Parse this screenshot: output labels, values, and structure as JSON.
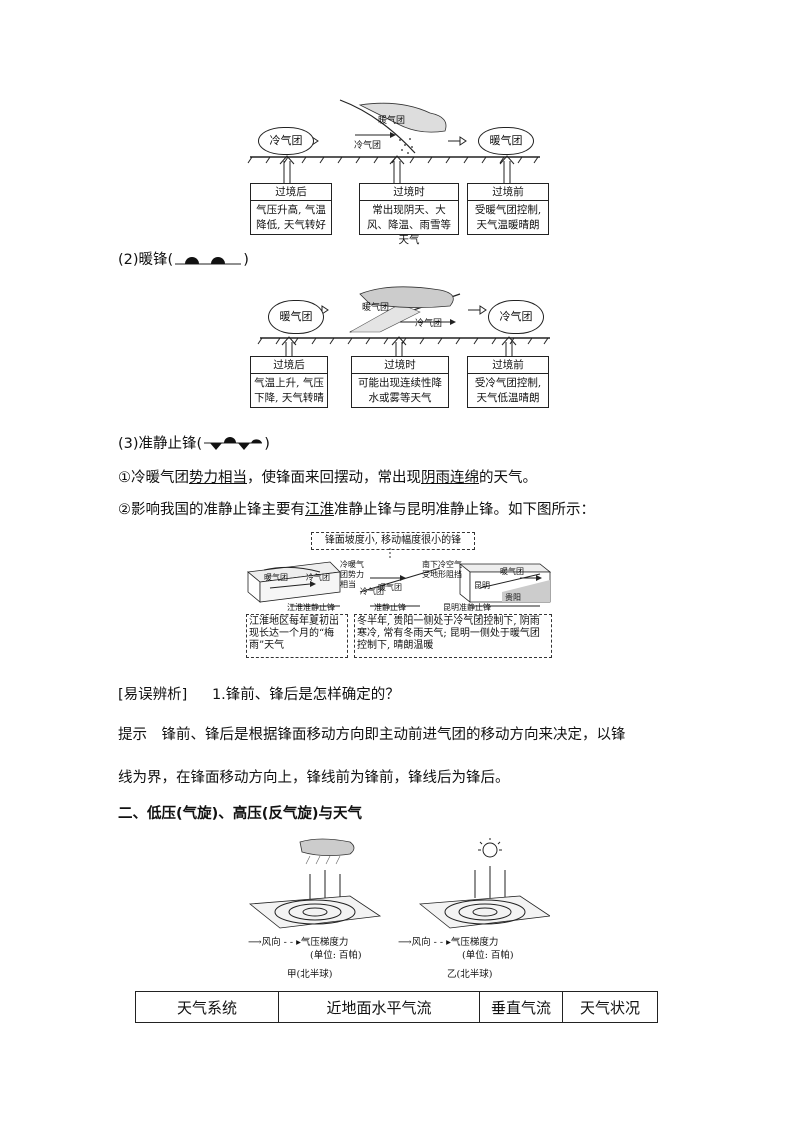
{
  "cold_front_figure": {
    "cold_air": "冷气团",
    "warm_air_mid": "暖气团",
    "cold_air_mid": "冷气团",
    "warm_air_right": "暖气团",
    "after": {
      "header": "过境后",
      "body": "气压升高, 气温降低, 天气转好"
    },
    "during": {
      "header": "过境时",
      "body": "常出现阴天、大风、降温、雨雪等天气"
    },
    "before": {
      "header": "过境前",
      "body": "受暖气团控制, 天气温暖晴朗"
    }
  },
  "warm_front_heading": {
    "prefix": "(2)暖锋(",
    "suffix": ")"
  },
  "warm_front_figure": {
    "warm_air": "暖气团",
    "warm_air_mid": "暖气团",
    "cold_air_mid": "冷气团",
    "cold_air_right": "冷气团",
    "after": {
      "header": "过境后",
      "body": "气温上升, 气压下降, 天气转晴"
    },
    "during": {
      "header": "过境时",
      "body": "可能出现连续性降水或雾等天气"
    },
    "before": {
      "header": "过境前",
      "body": "受冷气团控制, 天气低温晴朗"
    }
  },
  "stationary_heading": {
    "prefix": "(3)准静止锋(",
    "suffix": ")"
  },
  "stationary_text_1": {
    "a": "①冷暖气团",
    "b": "势力相当",
    "c": "，使锋面来回摆动，常出现",
    "d": "阴雨连绵",
    "e": "的天气。"
  },
  "stationary_text_2": {
    "a": "②影响我国的准静止锋主要有",
    "b": "江淮",
    "c": "准静止锋与昆明准静止锋。如下图所示："
  },
  "stationary_figure": {
    "top_note": "锋面坡度小, 移动幅度很小的锋",
    "mid_label_1": "冷暖气团势力相当",
    "mid_label_2": "南下冷空气受地形阻挡",
    "left_map_warm": "暖气团",
    "left_map_cold": "冷气团",
    "mid_warm": "暖气团",
    "mid_cold": "冷气团",
    "right_warm": "暖气团",
    "right_kunming": "昆明",
    "right_guiyang": "贵阳",
    "jianghuai_label": "江淮准静止锋",
    "zhunjing_label": "准静止锋",
    "kunming_label": "昆明准静止锋",
    "left_note": "江淮地区每年夏初出现长达一个月的“梅雨”天气",
    "right_note": "冬半年, 贵阳一侧处于冷气团控制下, 阴雨寒冷, 常有冬雨天气; 昆明一侧处于暖气团控制下, 晴朗温暖"
  },
  "analysis": {
    "tag": "[易误辨析]",
    "question": "1.锋前、锋后是怎样确定的？",
    "hint_line_1": "提示　锋前、锋后是根据锋面移动方向即主动前进气团的移动方向来决定，以锋",
    "hint_line_2": "线为界，在锋面移动方向上，锋线前为锋前，锋线后为锋后。"
  },
  "section_heading": "二、低压(气旋)、高压(反气旋)与天气",
  "cyclone_figure": {
    "left_legend_wind": "风向",
    "left_legend_gradient": "气压梯度力",
    "left_unit": "(单位: 百帕)",
    "left_caption": "甲(北半球)",
    "right_legend_wind": "风向",
    "right_legend_gradient": "气压梯度力",
    "right_unit": "(单位: 百帕)",
    "right_caption": "乙(北半球)"
  },
  "table": {
    "headers": [
      "天气系统",
      "近地面水平气流",
      "垂直气流",
      "天气状况"
    ]
  }
}
